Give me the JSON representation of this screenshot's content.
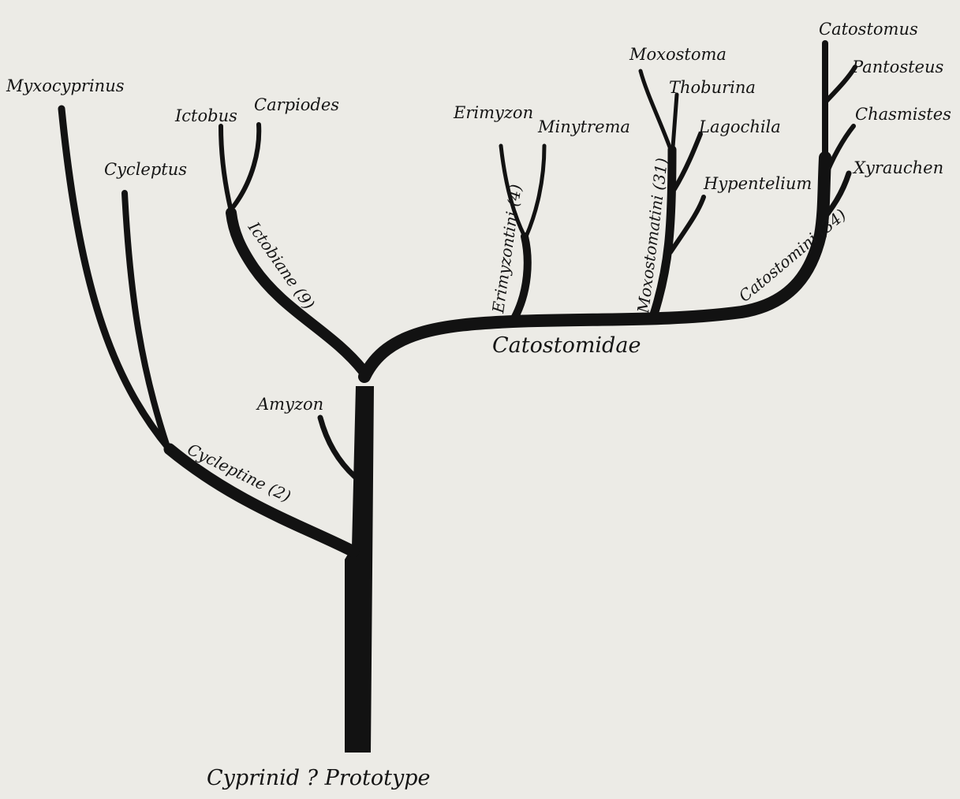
{
  "root": {
    "label": "Cyprinid ? Prototype"
  },
  "family": {
    "label": "Catostomidae"
  },
  "groups": {
    "cycleptinae": "Cycleptine (2)",
    "ictiobinae": "Ictobiane (9)",
    "erimyzontini": "Erimyzontini (4)",
    "moxostomatini": "Moxostomatini (31)",
    "catostomini": "Catostomini (34)"
  },
  "taxa": {
    "myxocyprinus": "Myxocyprinus",
    "cycleptus": "Cycleptus",
    "amyzon": "Amyzon",
    "ictiobus": "Ictobus",
    "carpiodes": "Carpiodes",
    "erimyzon": "Erimyzon",
    "minytrema": "Minytrema",
    "moxostoma": "Moxostoma",
    "thoburnia": "Thoburina",
    "lagochila": "Lagochila",
    "hypentelium": "Hypentelium",
    "catostomus": "Catostomus",
    "pantosteus": "Pantosteus",
    "chasmistes": "Chasmistes",
    "xyrauchen": "Xyrauchen"
  },
  "colors": {
    "paper": "#ecebe6",
    "ink": "#121212"
  }
}
